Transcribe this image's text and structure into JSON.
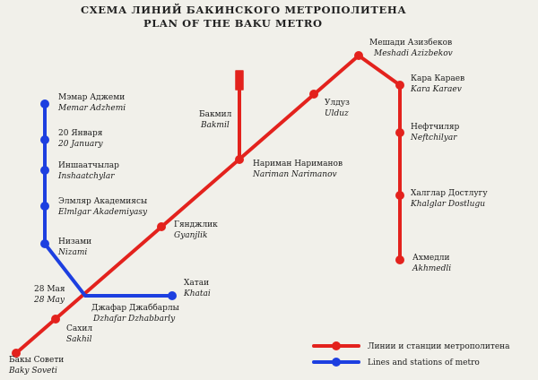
{
  "title": {
    "ru": "СХЕМА ЛИНИЙ БАКИНСКОГО МЕТРОПОЛИТЕНА",
    "en": "PLAN OF THE BAKU METRO"
  },
  "colors": {
    "red_line": "#e3221d",
    "blue_line": "#1d3fe0",
    "background": "#f1f0ea"
  },
  "stations": [
    {
      "id": "meshadi-azizbekov",
      "ru": "Мешади Азизбеков",
      "en": "Meshadi Azizbekov",
      "line": "red"
    },
    {
      "id": "kara-karaev",
      "ru": "Кара Караев",
      "en": "Kara Karaev",
      "line": "red"
    },
    {
      "id": "neftchilyar",
      "ru": "Нефтчиляр",
      "en": "Neftchilyar",
      "line": "red"
    },
    {
      "id": "khalglar-dostlugu",
      "ru": "Халглар Достлугу",
      "en": "Khalglar Dostlugu",
      "line": "red"
    },
    {
      "id": "akhmedli",
      "ru": "Ахмедли",
      "en": "Akhmedli",
      "line": "red"
    },
    {
      "id": "ulduz",
      "ru": "Улдуз",
      "en": "Ulduz",
      "line": "red"
    },
    {
      "id": "bakmil",
      "ru": "Бакмил",
      "en": "Bakmil",
      "line": "red"
    },
    {
      "id": "nariman-narimanov",
      "ru": "Нариман Нариманов",
      "en": "Nariman Narimanov",
      "line": "red"
    },
    {
      "id": "gyandzhlik",
      "ru": "Гянджлик",
      "en": "Gyanjlik",
      "line": "red"
    },
    {
      "id": "28-may",
      "ru": "28 Мая",
      "en": "28 May",
      "line": "red"
    },
    {
      "id": "dzhafar-dzhabbarly",
      "ru": "Джафар Джаббарлы",
      "en": "Dzhafar Dzhabbarly",
      "line": "blue"
    },
    {
      "id": "sakhil",
      "ru": "Сахил",
      "en": "Sakhil",
      "line": "red"
    },
    {
      "id": "baky-soveti",
      "ru": "Бакы Совети",
      "en": "Baky Soveti",
      "line": "red"
    },
    {
      "id": "memar-adzhemi",
      "ru": "Мэмар Аджеми",
      "en": "Memar Adzhemi",
      "line": "blue"
    },
    {
      "id": "20-january",
      "ru": "20 Января",
      "en": "20 January",
      "line": "blue"
    },
    {
      "id": "inshaatchylar",
      "ru": "Иншаатчылар",
      "en": "Inshaatchylar",
      "line": "blue"
    },
    {
      "id": "elmlyar-akademiyasy",
      "ru": "Элмляр Академиясы",
      "en": "Elmlgar Akademiyasy",
      "line": "blue"
    },
    {
      "id": "nizami",
      "ru": "Низами",
      "en": "Nizami",
      "line": "blue"
    },
    {
      "id": "khatai",
      "ru": "Хатаи",
      "en": "Khatai",
      "line": "blue"
    }
  ],
  "legend": {
    "ru": "Линии и станции метрополитена",
    "en": "Lines and stations of metro"
  }
}
